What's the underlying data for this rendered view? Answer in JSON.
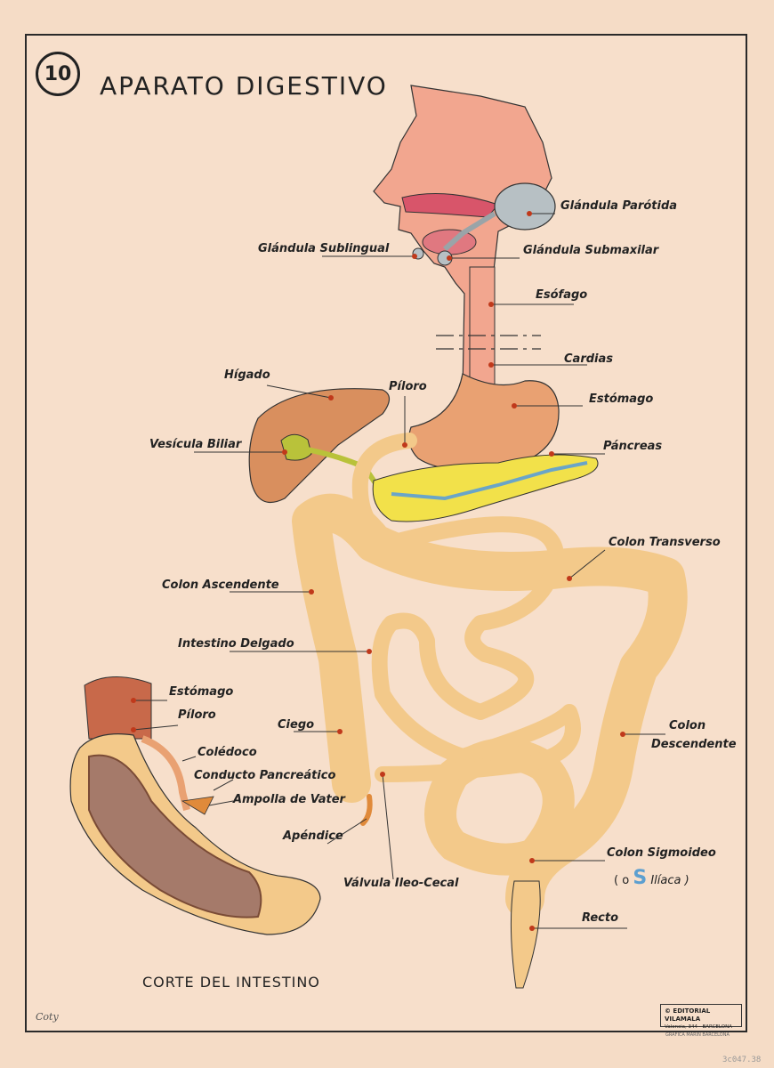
{
  "poster": {
    "number": "10",
    "title": "APARATO DIGESTIVO",
    "section_title": "CORTE DEL INTESTINO",
    "signature": "Coty",
    "publisher": "© EDITORIAL VILAMALA",
    "publisher_address": "Valencia, 344 - BARCELONA",
    "printer": "GRAFICA MARIN BARCELONA",
    "catalog": "3c047.38"
  },
  "labels": {
    "parotida": "Glándula Parótida",
    "sublingual": "Glándula Sublingual",
    "submaxilar": "Glándula Submaxilar",
    "esofago": "Esófago",
    "cardias": "Cardias",
    "higado": "Hígado",
    "piloro": "Píloro",
    "estomago": "Estómago",
    "vesicula": "Vesícula Biliar",
    "pancreas": "Páncreas",
    "colon_transverso": "Colon Transverso",
    "colon_ascendente": "Colon Ascendente",
    "intestino_delgado": "Intestino Delgado",
    "ciego": "Ciego",
    "colon_descendente_1": "Colon",
    "colon_descendente_2": "Descendente",
    "apendice": "Apéndice",
    "valvula": "Válvula Ileo-Cecal",
    "colon_sigmoideo": "Colon Sigmoideo",
    "sigmoideo_note_a": "( o",
    "sigmoideo_note_s": "S",
    "sigmoideo_note_b": "Ilíaca )",
    "recto": "Recto"
  },
  "inset_labels": {
    "estomago": "Estómago",
    "piloro": "Píloro",
    "coledoco": "Colédoco",
    "conducto": "Conducto Pancreático",
    "ampolla": "Ampolla de Vater"
  },
  "colors": {
    "background": "#f7dfcb",
    "intestine": "#f3c98a",
    "stomach": "#e9a172",
    "liver": "#d98f5e",
    "gallbladder": "#b9c23a",
    "pancreas": "#f2e14a",
    "duct": "#6aa5c8",
    "head": "#f2a68f",
    "gland": "#b7c0c4",
    "marker": "#c0391b"
  }
}
